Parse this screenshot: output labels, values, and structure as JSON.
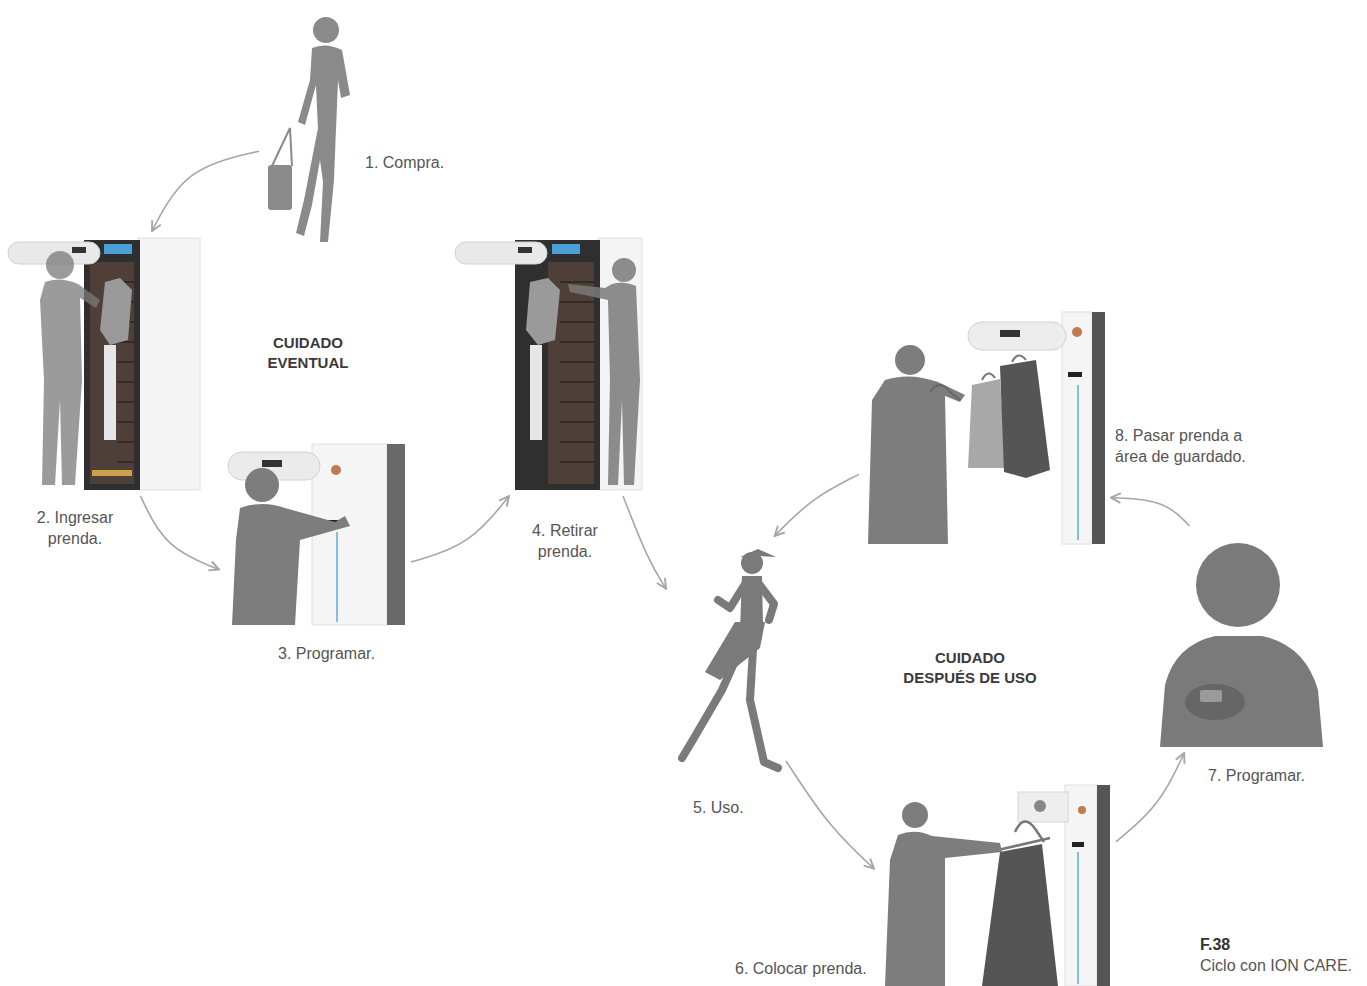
{
  "diagram": {
    "caption": "Ciclo con ION CARE.",
    "nodes": [
      {
        "text": [
          "1. Compra."
        ]
      },
      {
        "text": [
          "2. Ingresar prenda."
        ]
      },
      {
        "text": [
          "3. Programar."
        ]
      },
      {
        "text": [
          "4. Retirar prenda."
        ]
      },
      {
        "text": [
          "5. Uso."
        ]
      },
      {
        "text": [
          "6. Colocar prenda."
        ]
      },
      {
        "text": [
          "7. Programar."
        ]
      },
      {
        "text": [
          "8. Pasar prenda a área de guardado."
        ]
      }
    ],
    "edges": [
      {
        "from": 0,
        "to": 1,
        "arrow": "to"
      },
      {
        "from": 1,
        "to": 2,
        "arrow": "to"
      },
      {
        "from": 2,
        "to": 3,
        "arrow": "to"
      },
      {
        "from": 3,
        "to": 4,
        "arrow": "to"
      },
      {
        "from": 4,
        "to": 5,
        "arrow": "to"
      },
      {
        "from": 5,
        "to": 6,
        "arrow": "to"
      },
      {
        "from": 6,
        "to": 7,
        "arrow": "to"
      },
      {
        "from": 7,
        "to": 4,
        "arrow": "to"
      }
    ],
    "labels": [
      "CUIDADO EVENTUAL",
      "CUIDADO DESPUÉS DE USO",
      "F.38"
    ]
  }
}
